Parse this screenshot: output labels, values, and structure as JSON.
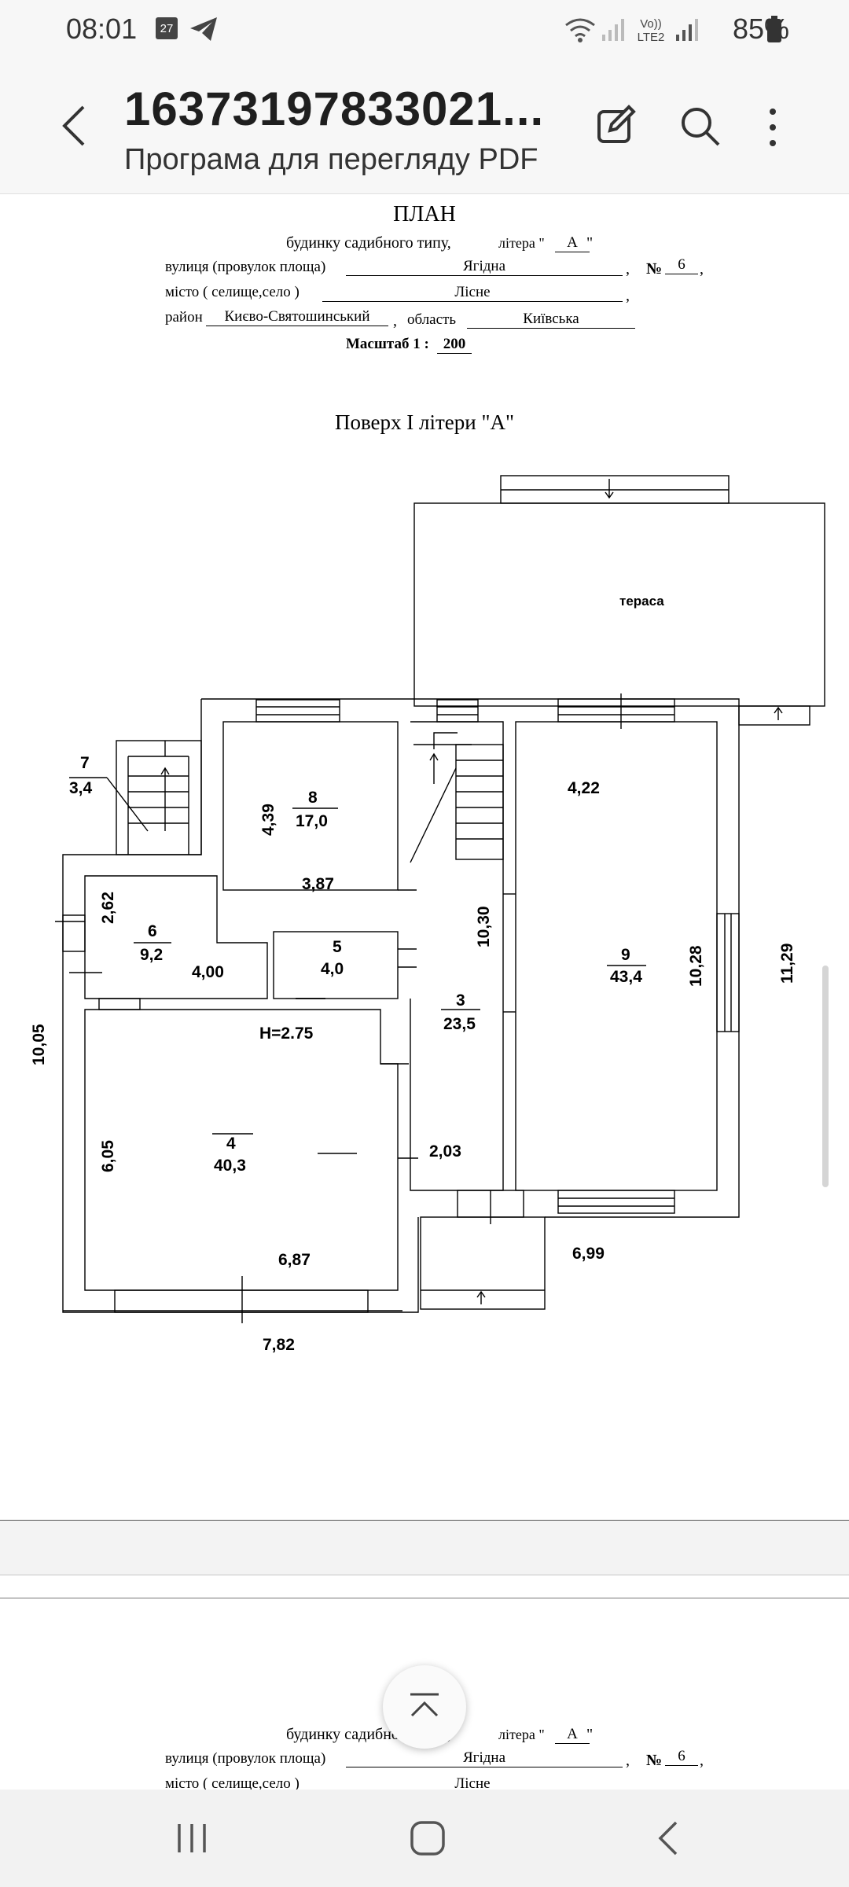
{
  "status": {
    "time": "08:01",
    "notif_badge": "27",
    "network": "Vo)) LTE2",
    "battery": "85%"
  },
  "appbar": {
    "title": "16373197833021...",
    "subtitle": "Програма для перегляду PDF"
  },
  "doc": {
    "heading": "ПЛАН",
    "line1_label": "будинку садибного типу,",
    "litera_label": "літера \"",
    "litera_value": "А",
    "quote_close": "\"",
    "street_label": "вулиця (провулок площа)",
    "street_value": "Ягідна",
    "num_label": "№",
    "num_value": "6",
    "city_label": "місто ( селище,село )",
    "city_value": "Лісне",
    "district_label": "район",
    "district_value": "Києво-Святошинський",
    "region_label": "область",
    "region_value": "Київська",
    "scale_label": "Масштаб 1 :",
    "scale_value": "200",
    "floor_title": "Поверх I літери \"А\"",
    "terrace": "тераса",
    "rooms": [
      {
        "num": "7",
        "area": "3,4"
      },
      {
        "num": "8",
        "area": "17,0"
      },
      {
        "num": "6",
        "area": "9,2"
      },
      {
        "num": "5",
        "area": "4,0"
      },
      {
        "num": "3",
        "area": "23,5"
      },
      {
        "num": "9",
        "area": "43,4"
      },
      {
        "num": "4",
        "area": "40,3"
      }
    ],
    "dims": {
      "d439": "4,39",
      "d387": "3,87",
      "d262": "2,62",
      "d400": "4,00",
      "d1030": "10,30",
      "d422": "4,22",
      "d1028": "10,28",
      "d1129": "11,29",
      "d1005": "10,05",
      "h": "H=2.75",
      "d605": "6,05",
      "d203": "2,03",
      "d687": "6,87",
      "d699": "6,99",
      "d782": "7,82"
    },
    "repeat": {
      "line1_label": "будинку садибного типу,",
      "litera_label": "літера \"",
      "litera_value": "А",
      "quote_close": "\"",
      "street_label": "вулиця (провулок площа)",
      "street_value": "Ягідна",
      "num_label": "№",
      "num_value": "6",
      "city_label": "місто ( селище,село )",
      "city_value": "Лісне"
    }
  }
}
